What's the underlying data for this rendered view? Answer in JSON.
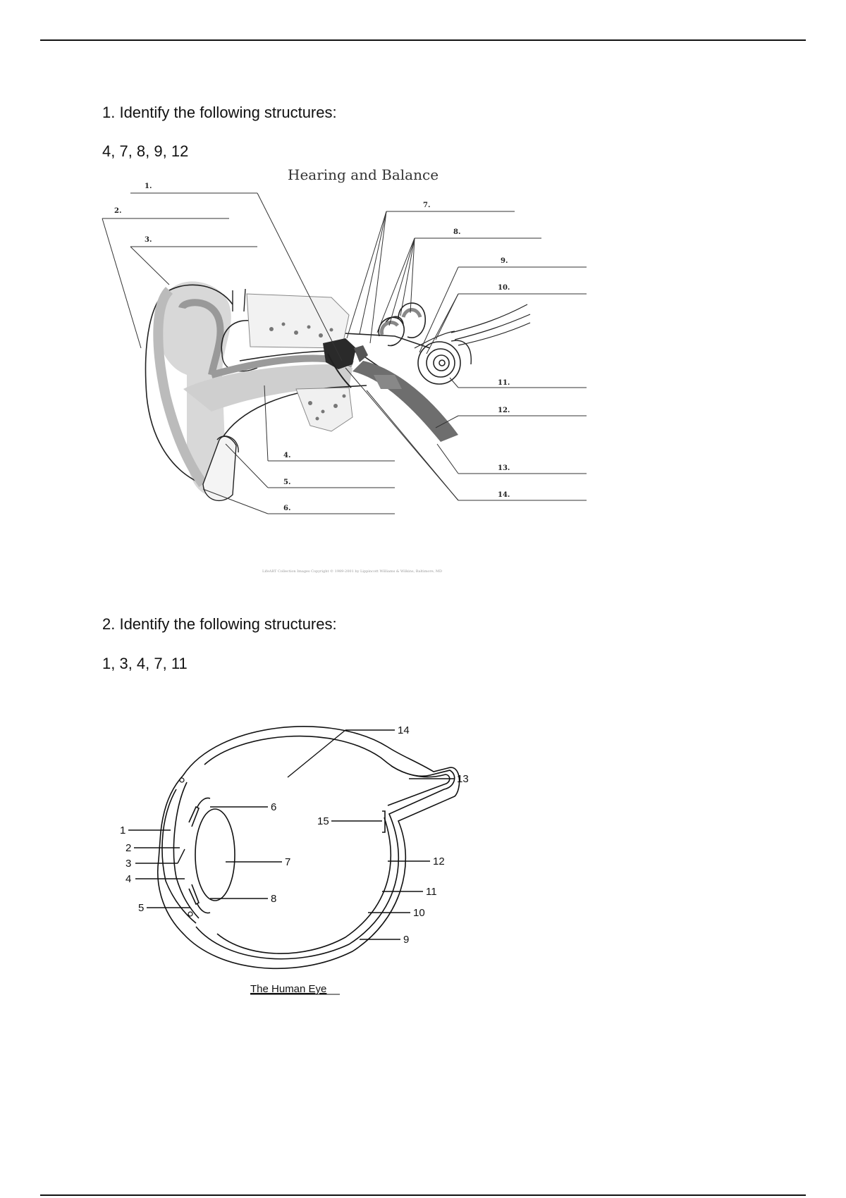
{
  "questions": [
    {
      "prompt": "1. Identify the following structures:",
      "items": "4, 7, 8, 9, 12"
    },
    {
      "prompt": "2. Identify the following structures:",
      "items": "1, 3, 4, 7, 11"
    }
  ],
  "ear_diagram": {
    "title": "Hearing and Balance",
    "labels": [
      "1.",
      "2.",
      "3.",
      "4.",
      "5.",
      "6.",
      "7.",
      "8.",
      "9.",
      "10.",
      "11.",
      "12.",
      "13.",
      "14."
    ],
    "credit": "LifeART Collection Images Copyright © 1989-2001 by Lippincott Williams & Wilkins, Baltimore, MD"
  },
  "eye_diagram": {
    "caption": "The Human Eye",
    "labels": [
      "1",
      "2",
      "3",
      "4",
      "5",
      "6",
      "7",
      "8",
      "9",
      "10",
      "11",
      "12",
      "13",
      "14",
      "15"
    ]
  }
}
